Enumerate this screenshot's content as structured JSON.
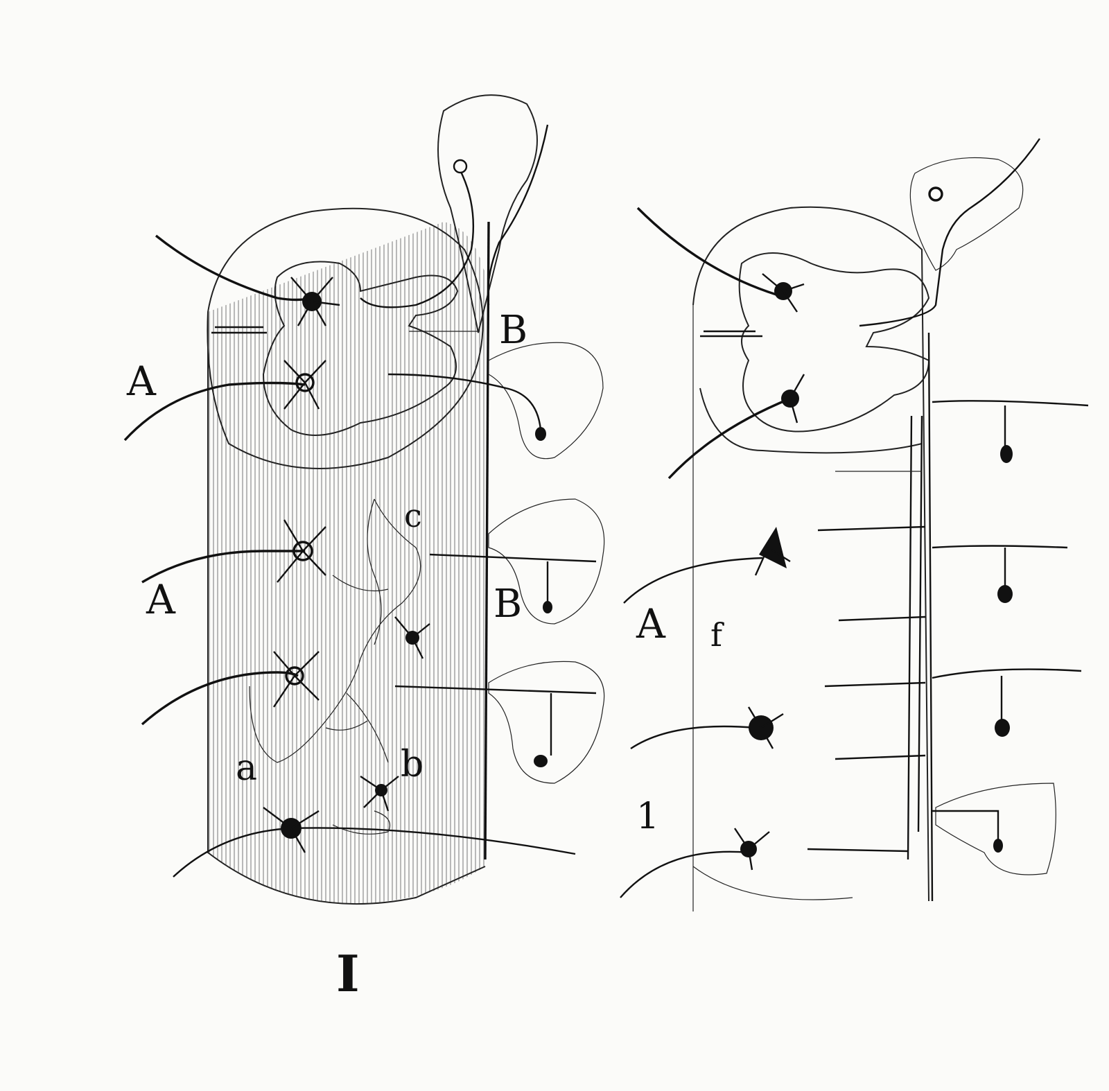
{
  "figure": {
    "labels": {
      "A1": "A",
      "A2": "A",
      "A3": "A",
      "B1": "B",
      "B2": "B",
      "a": "a",
      "b": "b",
      "c": "c",
      "f": "f",
      "roman": "I",
      "one": "1"
    },
    "colors": {
      "ink": "#111111",
      "paper": "#fbfbf9"
    }
  }
}
